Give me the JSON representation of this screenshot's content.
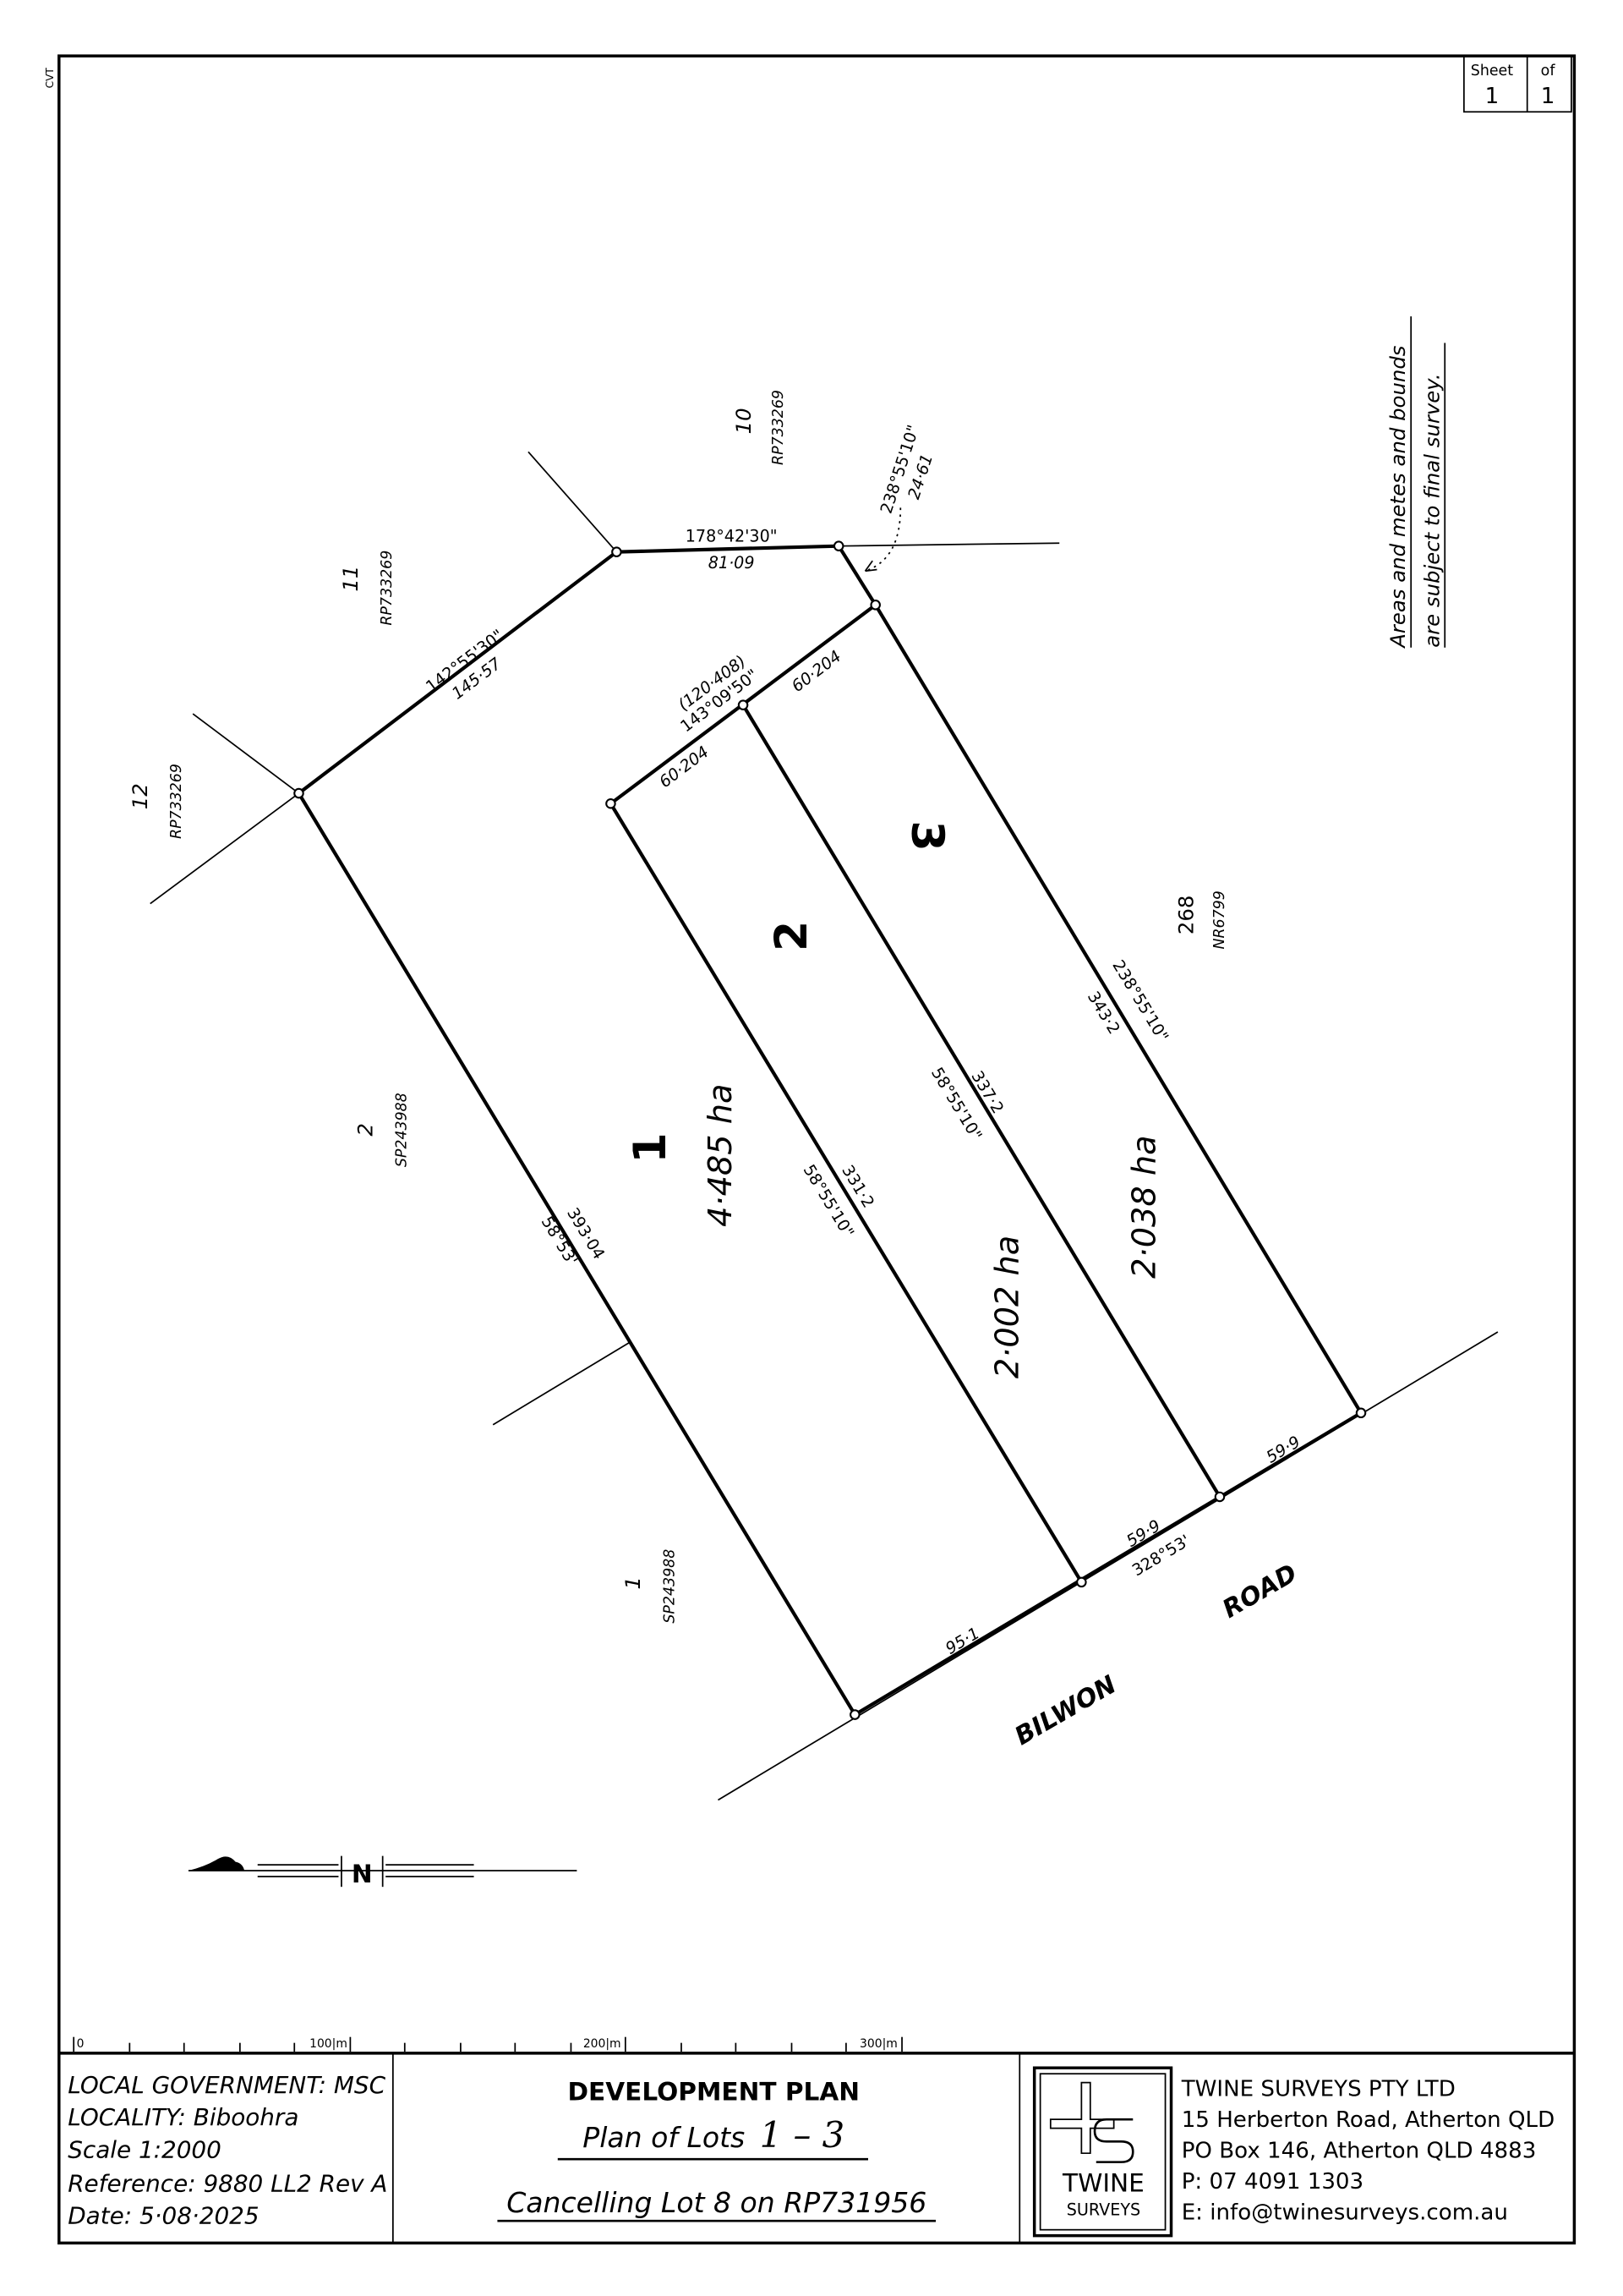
{
  "margin_code": "CVT",
  "sheet": {
    "sheet_label": "Sheet",
    "sheet_no": "1",
    "of_label": "of",
    "of_no": "1"
  },
  "note": {
    "line1": "Areas and metes and bounds",
    "line2": "are subject to final survey."
  },
  "lots": [
    {
      "number": "1",
      "area": "4·485 ha"
    },
    {
      "number": "2",
      "area": "2·002 ha"
    },
    {
      "number": "3",
      "area": "2·038 ha"
    }
  ],
  "neighbours": [
    {
      "lot": "10",
      "plan": "RP733269"
    },
    {
      "lot": "11",
      "plan": "RP733269"
    },
    {
      "lot": "12",
      "plan": "RP733269"
    },
    {
      "lot": "2",
      "plan": "SP243988"
    },
    {
      "lot": "1",
      "plan": "SP243988"
    },
    {
      "lot": "268",
      "plan": "NR6799"
    }
  ],
  "dimensions": {
    "top_bearing": "178°42'30\"",
    "top_distance": "81·09",
    "ne_bearing": "142°55'30\"",
    "ne_distance": "145·57",
    "corner_bearing": "238°55'10\"",
    "corner_distance": "24·61",
    "lot_top_total": "(120·408)",
    "lot_top_bearing": "143°09'50\"",
    "lot1_top": "60·204",
    "lot3_top": "60·204",
    "west_bearing": "58°53'",
    "west_distance": "393·04",
    "lot12_bearing": "58°55'10\"",
    "lot12_distance": "331·2",
    "lot23_bearing": "58°55'10\"",
    "lot23_distance": "337·2",
    "east_bearing": "238°55'10\"",
    "east_distance": "343·2",
    "front1": "95·1",
    "front2": "59·9",
    "front_bearing": "328°53'",
    "front3": "59·9"
  },
  "road": {
    "word1": "BILWON",
    "word2": "ROAD"
  },
  "north_arrow": {
    "letter": "N"
  },
  "scale_bar": {
    "t0": "0",
    "t100": "100|m",
    "t200": "200|m",
    "t300": "300|m"
  },
  "title_block": {
    "local_government": "LOCAL GOVERNMENT: MSC",
    "locality": "LOCALITY: Biboohra",
    "scale": "Scale 1:2000",
    "reference": "Reference:  9880 LL2 Rev A",
    "date": "Date:   5·08·2025",
    "title": "DEVELOPMENT PLAN",
    "plan_of": "Plan of Lots",
    "lot_range": "1 – 3",
    "cancelling": "Cancelling Lot 8 on RP731956",
    "logo_word1": "TWINE",
    "logo_word2": "SURVEYS",
    "company": "TWINE SURVEYS PTY LTD",
    "address1": "15 Herberton Road, Atherton QLD",
    "address2": "PO Box 146, Atherton QLD 4883",
    "phone": "P:  07 4091 1303",
    "email": "E:  info@twinesurveys.com.au"
  }
}
